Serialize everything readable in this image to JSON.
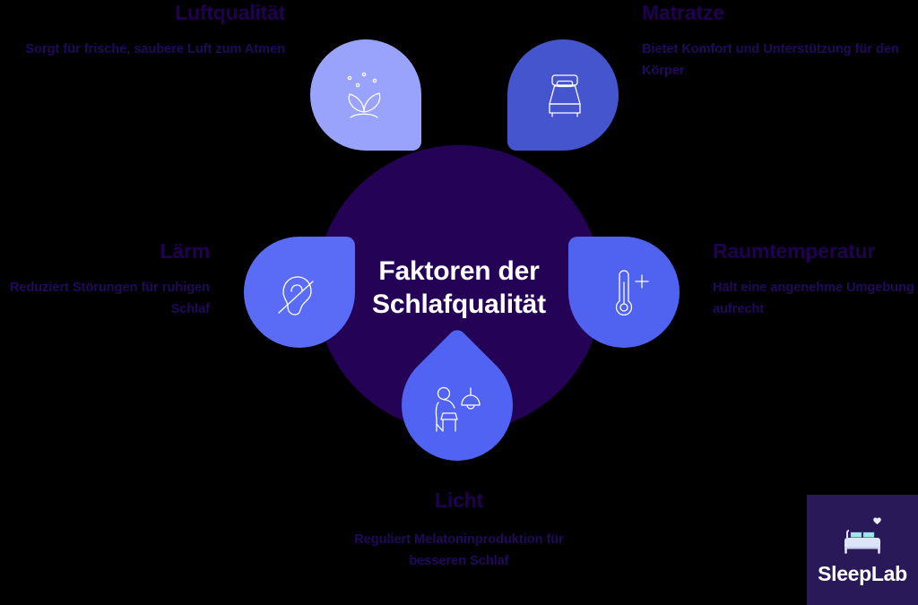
{
  "hub": {
    "title": "Faktoren der Schlafqualität"
  },
  "colors": {
    "background": "#000000",
    "hub_fill": "#240255",
    "pin_air": "#9AA3FB",
    "pin_mattress": "#4455CD",
    "pin_noise": "#5A6CF5",
    "pin_temperature": "#4F62F0",
    "pin_light": "#5063F2",
    "heading_text": "#200050",
    "body_text": "#21095C",
    "hub_text": "#FFFFFF",
    "logo_bg": "#2A1958",
    "logo_text": "#FFFFFF",
    "icon_stroke": "#FFFFFF"
  },
  "factors": [
    {
      "id": "air-quality",
      "title": "Luftqualität",
      "description": "Sorgt für frische, saubere Luft zum Atmen",
      "icon": "plant-leaves-icon",
      "align": "right"
    },
    {
      "id": "mattress",
      "title": "Matratze",
      "description": "Bietet Komfort und Unterstützung für den Körper",
      "icon": "bed-icon",
      "align": "left"
    },
    {
      "id": "noise",
      "title": "Lärm",
      "description": "Reduziert Störungen für ruhigen Schlaf",
      "icon": "ear-muted-icon",
      "align": "right"
    },
    {
      "id": "room-temperature",
      "title": "Raumtemperatur",
      "description": "Hält eine angenehme Umgebung aufrecht",
      "icon": "thermometer-plus-icon",
      "align": "left"
    },
    {
      "id": "light",
      "title": "Licht",
      "description": "Reguliert Melatoninproduktion für besseren Schlaf",
      "icon": "person-reading-lamp-icon",
      "align": "center"
    }
  ],
  "logo": {
    "name": "SleepLab",
    "mark": "bed-heart-icon"
  }
}
